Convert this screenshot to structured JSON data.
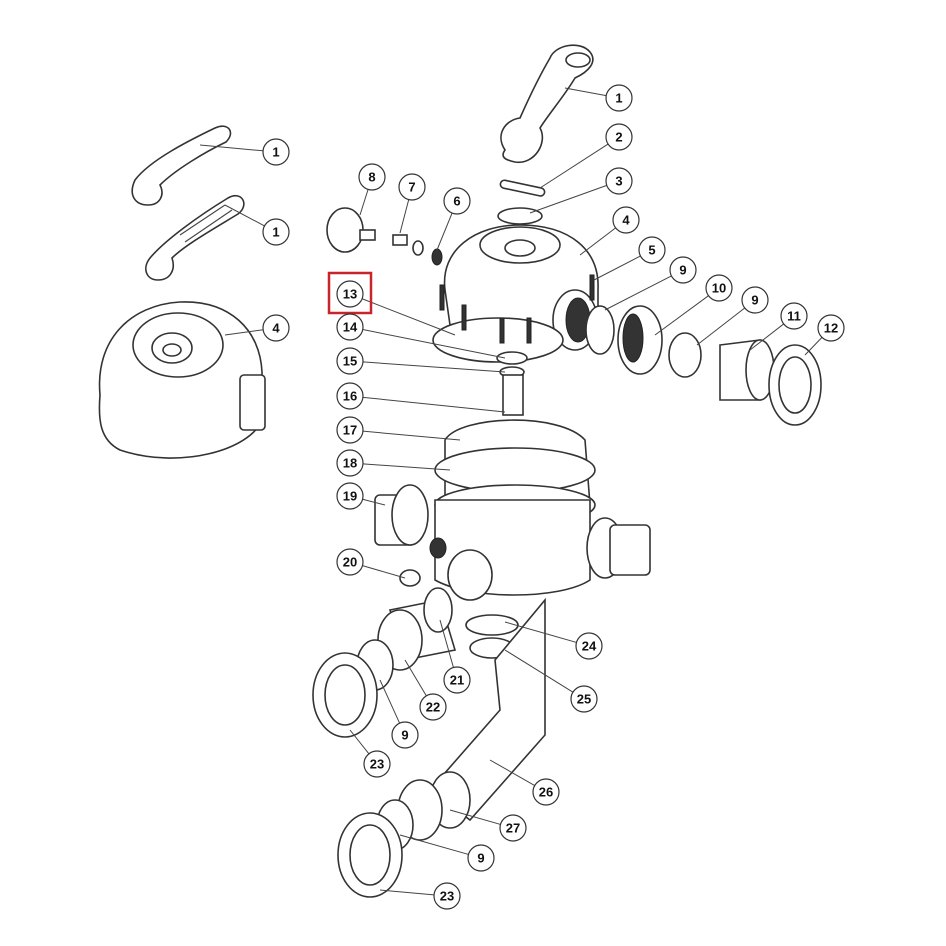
{
  "diagram": {
    "type": "exploded parts diagram",
    "highlight_color": "#c8242b",
    "highlighted_callout": "13",
    "callouts": [
      "1",
      "2",
      "3",
      "4",
      "5",
      "9",
      "10",
      "9",
      "11",
      "12",
      "8",
      "7",
      "6",
      "1",
      "1",
      "4",
      "13",
      "14",
      "15",
      "16",
      "17",
      "18",
      "19",
      "20",
      "21",
      "22",
      "9",
      "23",
      "24",
      "25",
      "26",
      "27",
      "9",
      "23"
    ]
  }
}
